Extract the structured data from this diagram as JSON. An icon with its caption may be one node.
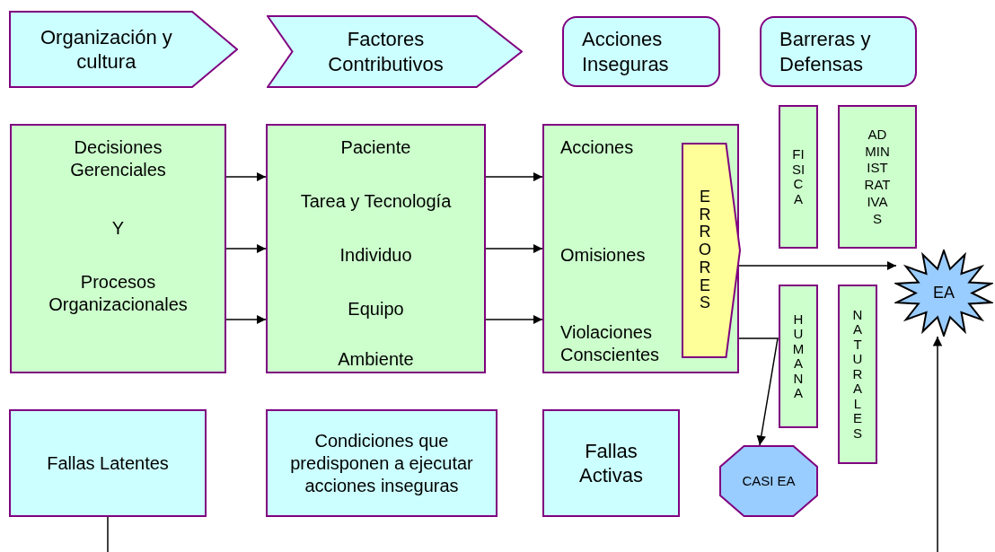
{
  "diagram": {
    "nodes": [
      {
        "text": [
          "Organización y cultura"
        ]
      },
      {
        "text": [
          "Factores Contributivos"
        ]
      },
      {
        "text": [
          "Acciones Inseguras"
        ]
      },
      {
        "text": [
          "Barreras y Defensas"
        ]
      },
      {
        "text": [
          "Decisiones Gerenciales",
          "Y",
          "Procesos Organizacionales"
        ]
      },
      {
        "text": [
          "Paciente",
          "Tarea y Tecnología",
          "Individuo",
          "Equipo",
          "Ambiente"
        ]
      },
      {
        "text": [
          "Acciones",
          "Omisiones",
          "Violaciones Conscientes"
        ]
      },
      {
        "text": [
          "ERRORES"
        ],
        "in": 6
      },
      {
        "text": [
          "FISICA"
        ]
      },
      {
        "text": [
          "ADMINISTRATIVAS"
        ]
      },
      {
        "text": [
          "HUMANA"
        ]
      },
      {
        "text": [
          "NATURALES"
        ]
      },
      {
        "text": [
          "EA"
        ]
      },
      {
        "text": [
          "Fallas Latentes"
        ]
      },
      {
        "text": [
          "Condiciones que predisponen a ejecutar acciones inseguras"
        ]
      },
      {
        "text": [
          "Fallas Activas"
        ]
      },
      {
        "text": [
          "CASI EA"
        ]
      }
    ],
    "edges": [
      {
        "from": 4,
        "to": 5,
        "arrow": "to"
      },
      {
        "from": 4,
        "to": 5,
        "arrow": "to"
      },
      {
        "from": 4,
        "to": 5,
        "arrow": "to"
      },
      {
        "from": 5,
        "to": 6,
        "arrow": "to"
      },
      {
        "from": 5,
        "to": 6,
        "arrow": "to"
      },
      {
        "from": 5,
        "to": 6,
        "arrow": "to"
      },
      {
        "from": 7,
        "to": 12,
        "arrow": "to"
      },
      {
        "from": 6,
        "to": 16,
        "arrow": "to"
      },
      {
        "from": 13,
        "to": null,
        "arrow": "none"
      },
      {
        "from": null,
        "to": 12,
        "arrow": "to"
      }
    ]
  }
}
